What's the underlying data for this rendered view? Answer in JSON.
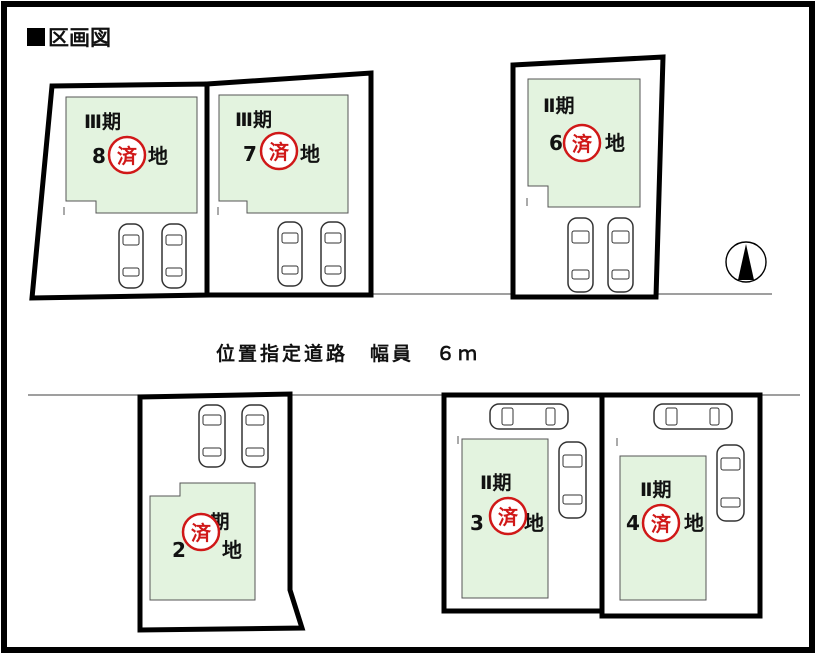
{
  "title": "■区画図",
  "road_label": "位置指定道路　幅員　６ｍ",
  "stamp_char": "済",
  "lots": [
    {
      "id": "8",
      "phase": "Ⅲ期",
      "number": "8",
      "suffix": "地",
      "sold": true
    },
    {
      "id": "7",
      "phase": "Ⅲ期",
      "number": "7",
      "suffix": "地",
      "sold": true
    },
    {
      "id": "6",
      "phase": "Ⅱ期",
      "number": "6",
      "suffix": "地",
      "sold": true
    },
    {
      "id": "2",
      "phase": "Ⅱ期",
      "number": "2",
      "suffix": "地",
      "sold": true
    },
    {
      "id": "3",
      "phase": "Ⅱ期",
      "number": "3",
      "suffix": "地",
      "sold": true
    },
    {
      "id": "4",
      "phase": "Ⅱ期",
      "number": "4",
      "suffix": "地",
      "sold": true
    }
  ],
  "colors": {
    "lot_fill": "#e3f3df",
    "lot_border": "#111111",
    "stamp": "#d01818",
    "frame": "#000000"
  },
  "icons": [
    "car-icon",
    "north-arrow-icon",
    "sold-stamp-icon"
  ]
}
